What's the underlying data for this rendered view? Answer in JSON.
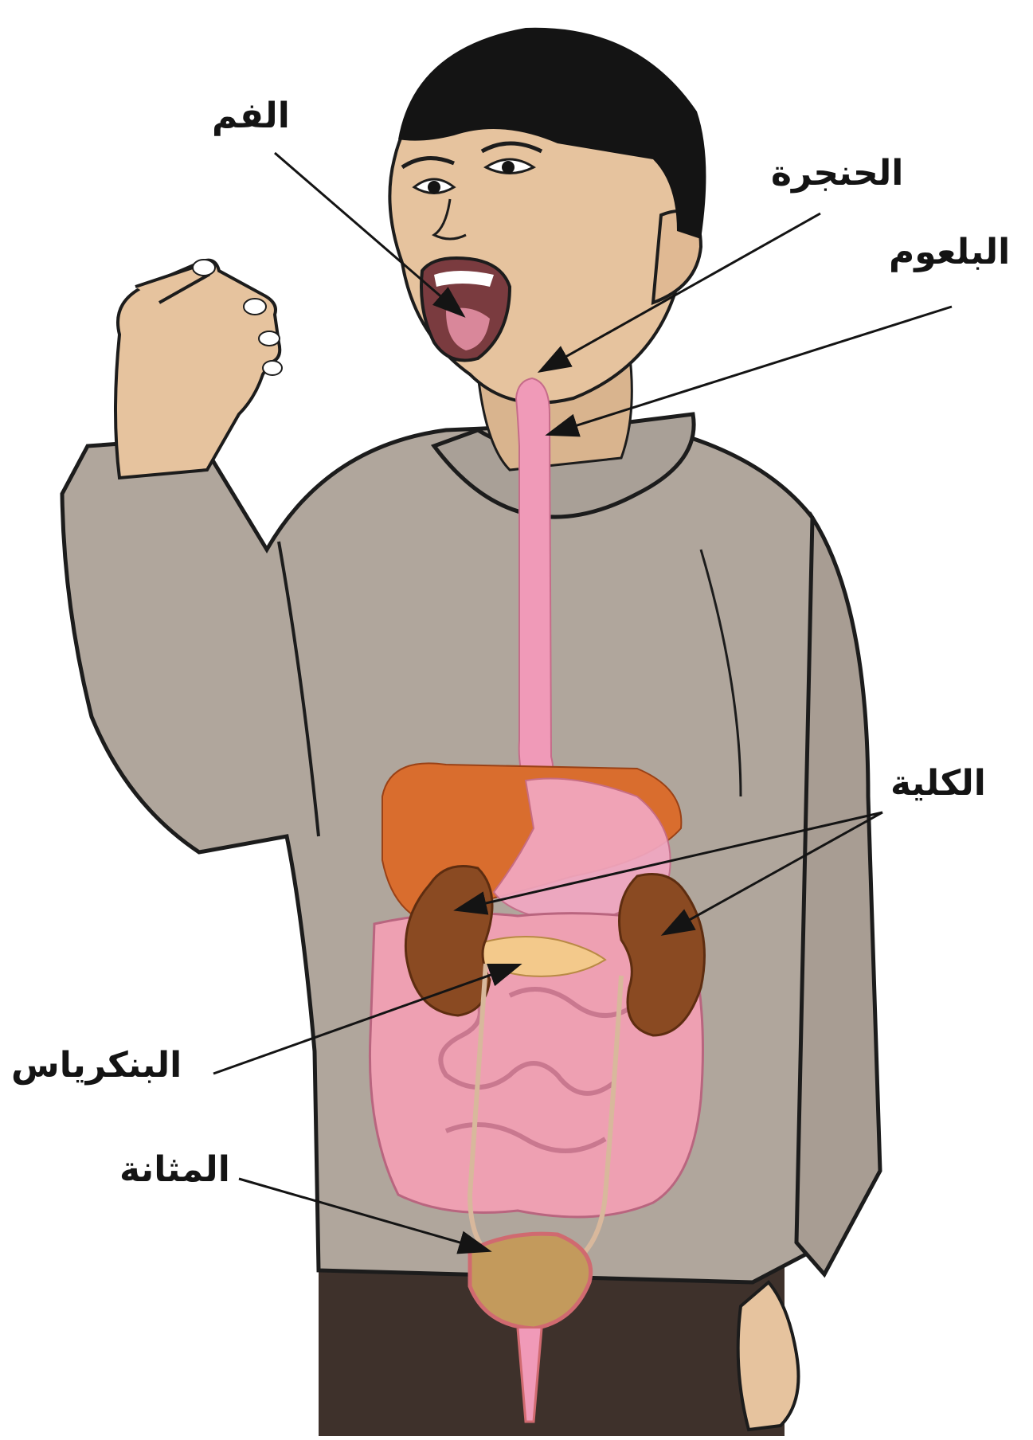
{
  "labels": {
    "mouth": "الفم",
    "larynx": "الحنجرة",
    "esophagus": "البلعوم",
    "kidney": "الكلية",
    "pancreas": "البنكرياس",
    "bladder": "المثانة"
  },
  "colors": {
    "sweater": "#b0a69c",
    "skin": "#e6c39e",
    "hair": "#141414",
    "trousers": "#3e312b",
    "esophagus": "#f09ab8",
    "liver": "#d96d2e",
    "kidney": "#8a4a22",
    "intestine": "#eea0b2",
    "bladder": "#c39a5c"
  }
}
